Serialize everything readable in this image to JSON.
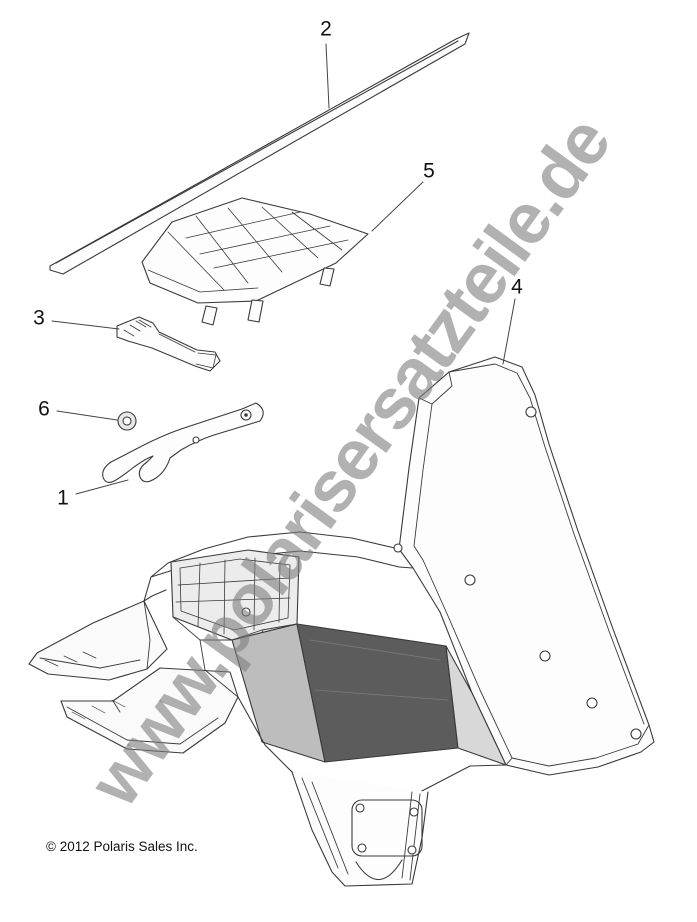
{
  "watermark": {
    "text": "www.polarisersatzteile.de"
  },
  "footer": {
    "copyright": "© 2012 Polaris Sales Inc."
  },
  "diagram": {
    "callouts": [
      {
        "label": "1"
      },
      {
        "label": "2"
      },
      {
        "label": "3"
      },
      {
        "label": "4"
      },
      {
        "label": "5"
      },
      {
        "label": "6"
      }
    ],
    "colors": {
      "line": "#3a3a3a",
      "interior_shade": "#5c5c5c",
      "watermark_gray": "#7d7d7d",
      "background": "#ffffff"
    }
  }
}
